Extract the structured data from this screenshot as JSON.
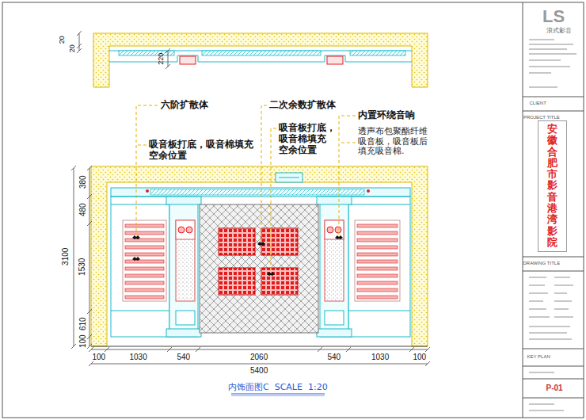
{
  "diagram": {
    "caption": "内饰面图C  SCALE  1:20",
    "nodes": [
      {
        "text": [
          "安徽合肥市影音港湾影院"
        ]
      }
    ],
    "labels": [
      "20",
      "20",
      "220",
      "六阶扩散体",
      "二次余数扩散体",
      "吸音板打底，吸音棉填充 空余位置",
      "吸音板打底， 吸音棉填充 空余位置",
      "内置环绕音响",
      "透声布包聚酯纤维 吸音板，吸音板后 填充吸音棉.",
      "3100",
      "380",
      "480",
      "1530",
      "610",
      "100",
      "100",
      "1030",
      "540",
      "2060",
      "540",
      "1030",
      "100",
      "5400",
      "LS",
      "浪式影音",
      "CLIENT",
      "PROJECT TITLE",
      "DRAWING TITLE",
      "KEY PLAN",
      "P-01"
    ]
  }
}
